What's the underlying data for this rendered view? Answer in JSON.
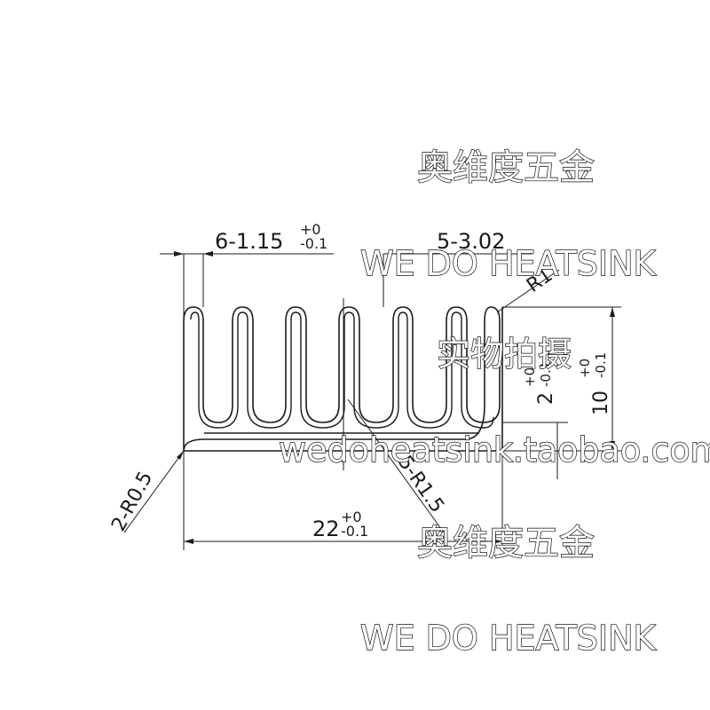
{
  "dimensions": {
    "fin_thickness": {
      "base": "6-1.15",
      "tol_upper": "+0",
      "tol_lower": "-0.1"
    },
    "fin_pitch": {
      "base": "5-3.02"
    },
    "radius_top": {
      "base": "R1"
    },
    "fin_height_inner": {
      "base": "2",
      "tol_upper": "+0",
      "tol_lower": "-0.1"
    },
    "total_height": {
      "base": "10",
      "tol_upper": "+0",
      "tol_lower": "-0.1"
    },
    "corner_radius": {
      "base": "2-R0.5"
    },
    "root_radius": {
      "base": "5-R1.5"
    },
    "total_width": {
      "base": "22",
      "tol_upper": "+0",
      "tol_lower": "-0.1"
    }
  },
  "watermarks": {
    "brand_cn": "奥维度五金",
    "brand_en": "WE DO HEATSINK",
    "photo_note": "实物拍摄",
    "shop_url": "wedoheatsink.taobao.com"
  },
  "colors": {
    "line": "#1a1a1a",
    "background": "#ffffff"
  }
}
